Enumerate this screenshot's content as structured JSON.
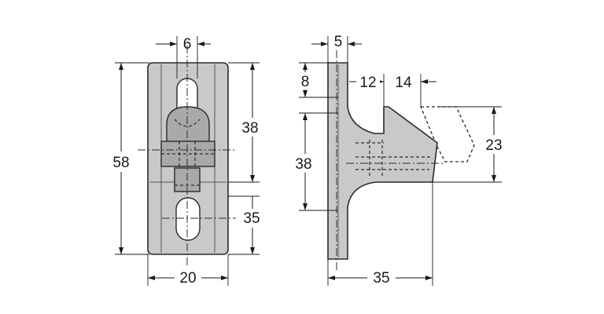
{
  "front_view": {
    "width_label": "20",
    "height_label": "58",
    "slot_width_label": "6",
    "upper_height_label": "38",
    "lower_slot_label": "35"
  },
  "side_view": {
    "thickness_label": "5",
    "top_offset_label": "8",
    "neck_label": "12",
    "tip_label": "14",
    "stud_height_label": "23",
    "body_height_label": "38",
    "depth_label": "35"
  }
}
